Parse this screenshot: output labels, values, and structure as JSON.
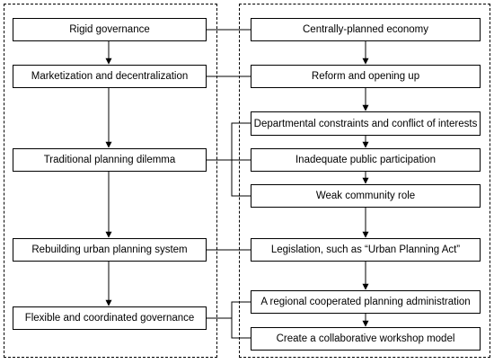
{
  "left_column": {
    "boxes": [
      {
        "id": "rigid",
        "label": "Rigid governance"
      },
      {
        "id": "market",
        "label": "Marketization and decentralization"
      },
      {
        "id": "dilemma",
        "label": "Traditional planning dilemma"
      },
      {
        "id": "rebuild",
        "label": "Rebuilding urban planning system"
      },
      {
        "id": "flexible",
        "label": "Flexible and coordinated governance"
      }
    ]
  },
  "right_column": {
    "boxes": [
      {
        "id": "central",
        "label": "Centrally-planned economy"
      },
      {
        "id": "reform",
        "label": "Reform and opening up"
      },
      {
        "id": "dept",
        "label": "Departmental constraints and conflict of interests"
      },
      {
        "id": "public",
        "label": "Inadequate public participation"
      },
      {
        "id": "community",
        "label": "Weak community role"
      },
      {
        "id": "legislation",
        "label": "Legislation, such as “Urban Planning Act”"
      },
      {
        "id": "regional",
        "label": "A regional cooperated planning administration"
      },
      {
        "id": "workshop",
        "label": "Create a collaborative workshop model"
      }
    ]
  },
  "colors": {
    "stroke": "#000000",
    "background": "#ffffff"
  }
}
